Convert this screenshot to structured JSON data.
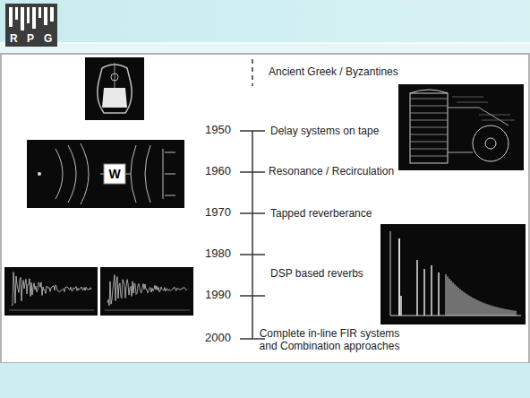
{
  "diagram": {
    "labels": [
      "R",
      "P",
      "G",
      "Ancient Greek / Byzantines",
      "1950",
      "Delay systems on tape",
      "1960",
      "Resonance / Recirculation",
      "1970",
      "Tapped reverberance",
      "1980",
      "DSP based reverbs",
      "1990",
      "2000",
      "Complete in-line FIR systems and Combination approaches",
      "W"
    ]
  }
}
